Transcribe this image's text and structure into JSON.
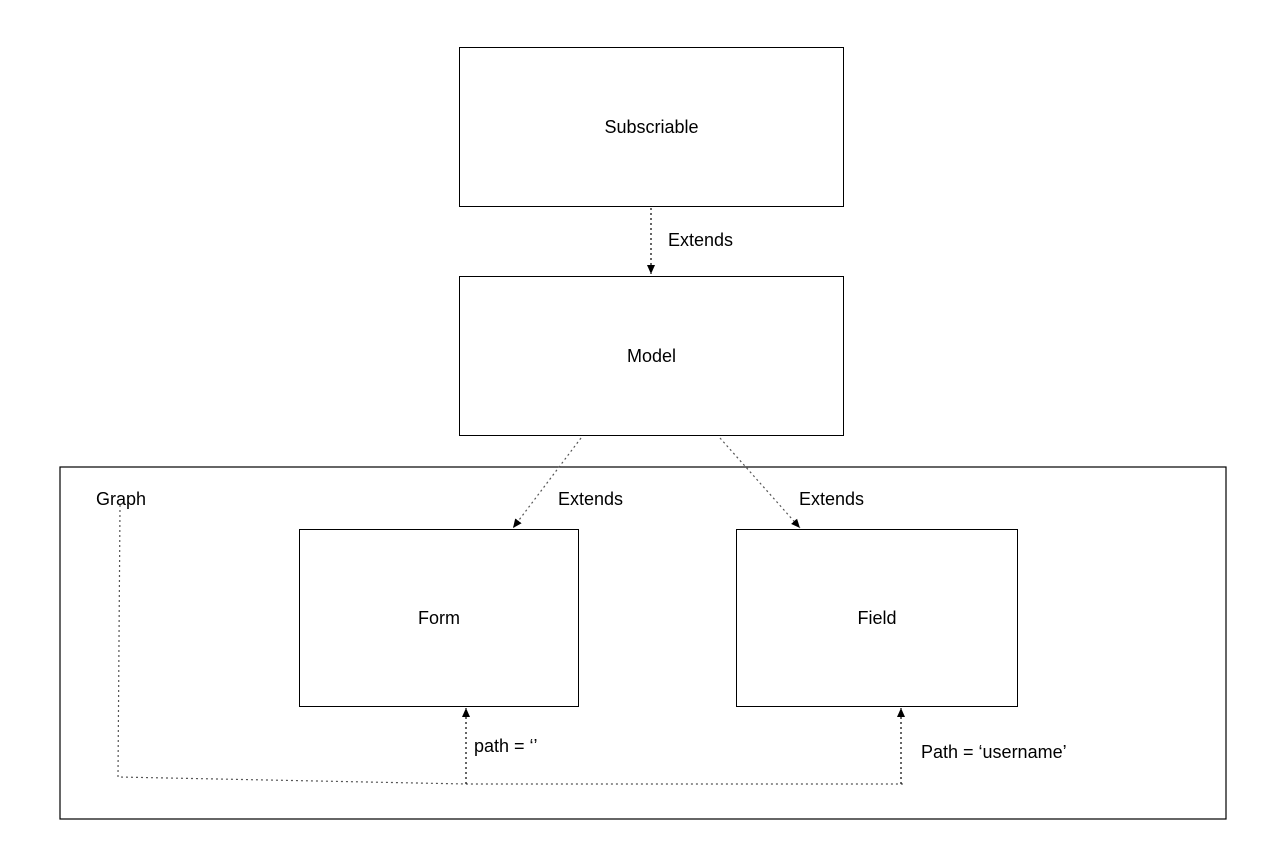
{
  "diagram": {
    "nodes": {
      "subscriable": "Subscriable",
      "model": "Model",
      "form": "Form",
      "field": "Field"
    },
    "container_label": "Graph",
    "edges": {
      "model_to_subscriable": "Extends",
      "form_to_model": "Extends",
      "field_to_model": "Extends",
      "graph_to_form": "path = ‘’",
      "graph_to_field": "Path = ‘username’"
    },
    "line_color": "#000000",
    "line_style": "dotted"
  }
}
